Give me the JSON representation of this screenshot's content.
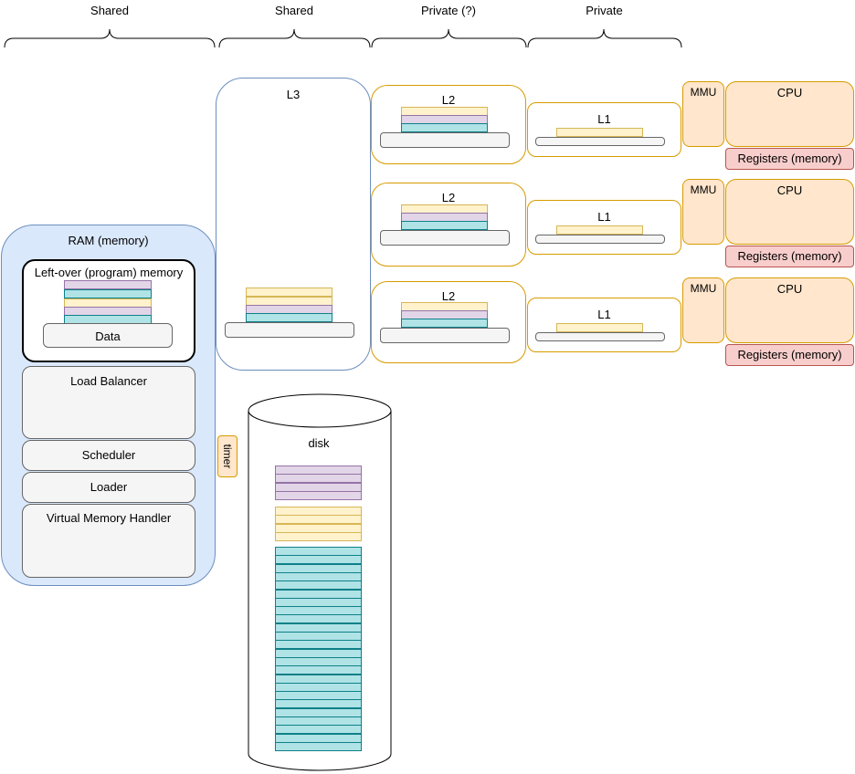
{
  "headers": [
    "Shared",
    "Shared",
    "Private (?)",
    "Private"
  ],
  "ram": {
    "title": "RAM (memory)",
    "leftover_title": "Left-over (program) memory",
    "data_label": "Data",
    "modules": [
      "Load Balancer",
      "Scheduler",
      "Loader",
      "Virtual Memory Handler"
    ]
  },
  "timer_label": "timer",
  "l3_label": "L3",
  "disk_label": "disk",
  "cores": [
    {
      "l2": "L2",
      "l1": "L1",
      "mmu": "MMU",
      "cpu": "CPU",
      "registers": "Registers (memory)"
    },
    {
      "l2": "L2",
      "l1": "L1",
      "mmu": "MMU",
      "cpu": "CPU",
      "registers": "Registers (memory)"
    },
    {
      "l2": "L2",
      "l1": "L1",
      "mmu": "MMU",
      "cpu": "CPU",
      "registers": "Registers (memory)"
    }
  ],
  "colors": {
    "ram_fill": "#dae8fc",
    "ram_stroke": "#6c8ebf",
    "cache_stroke": "#d79b00",
    "cpu_fill": "#ffe6cc",
    "register_fill": "#f8cecc",
    "register_stroke": "#b85450",
    "yellow_block": "#fff2cc",
    "purple_block": "#e1d5e7",
    "teal_block": "#b0e3e6"
  }
}
